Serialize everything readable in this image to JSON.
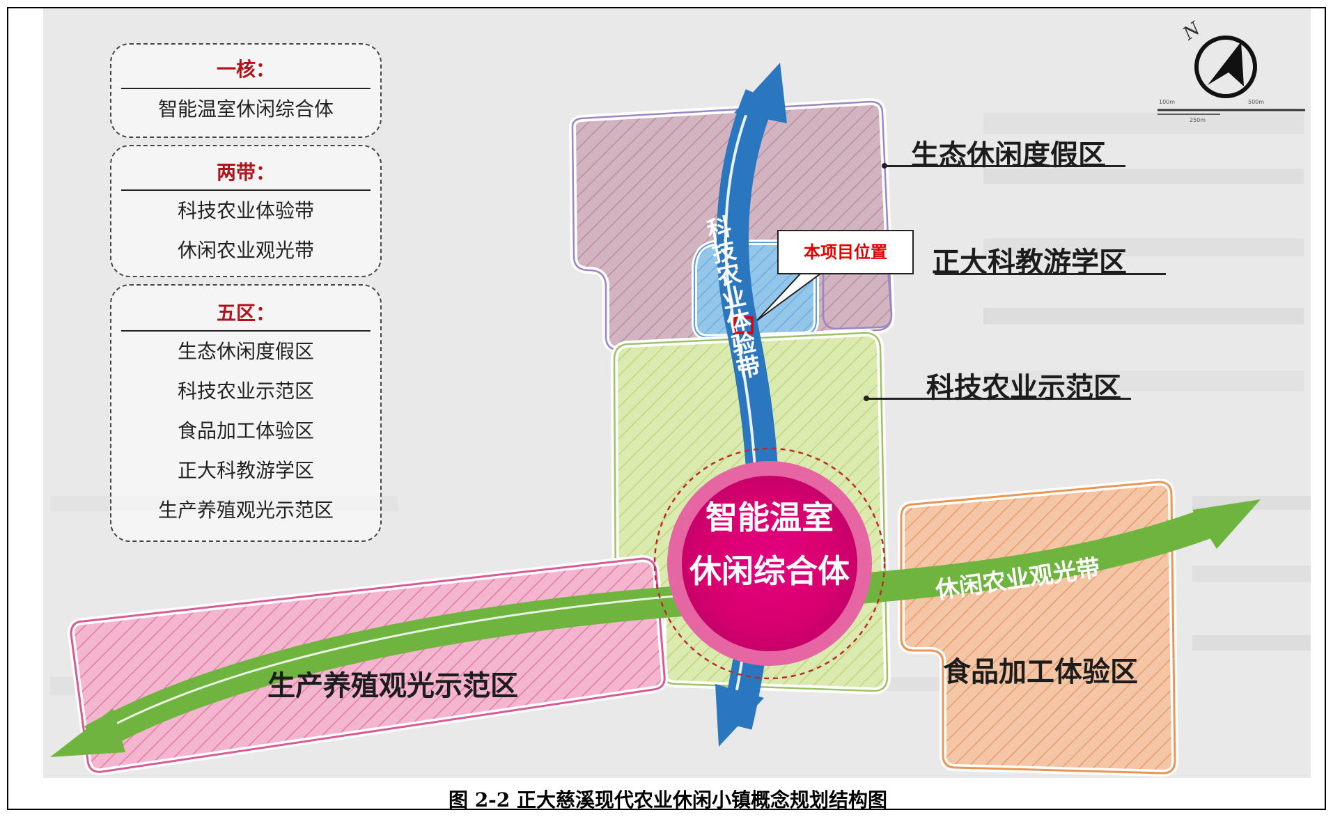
{
  "legend": {
    "core": {
      "heading": "一核",
      "items": [
        "智能温室休闲综合体"
      ]
    },
    "belts": {
      "heading": "两带",
      "items": [
        "科技农业体验带",
        "休闲农业观光带"
      ]
    },
    "zones": {
      "heading": "五区",
      "items": [
        "生态休闲度假区",
        "科技农业示范区",
        "食品加工体验区",
        "正大科教游学区",
        "生产养殖观光示范区"
      ]
    },
    "colon": "："
  },
  "map": {
    "zones": {
      "eco_leisure": "生态休闲度假区",
      "education": "正大科教游学区",
      "tech_demo": "科技农业示范区",
      "food_processing": "食品加工体验区",
      "production": "生产养殖观光示范区"
    },
    "belts": {
      "tech_belt": "科技农业体验带",
      "leisure_belt": "休闲农业观光带"
    },
    "core": {
      "line1": "智能温室",
      "line2": "休闲综合体"
    },
    "project_location": "本项目位置",
    "north_label": "N",
    "scale_labels": [
      "100m",
      "250m",
      "500m"
    ]
  },
  "colors": {
    "eco_zone": "#cfb1bc",
    "education_zone": "#8fc3e8",
    "tech_zone": "#d7e8a6",
    "food_zone": "#f2c1a0",
    "production_zone": "#f0a6c3",
    "tech_belt": "#2b77bf",
    "leisure_belt": "#6fb43f",
    "core": "#e4007f",
    "legend_heading": "#b3121c",
    "callout_text": "#e00000"
  },
  "caption": "图 2-2  正大慈溪现代农业休闲小镇概念规划结构图"
}
